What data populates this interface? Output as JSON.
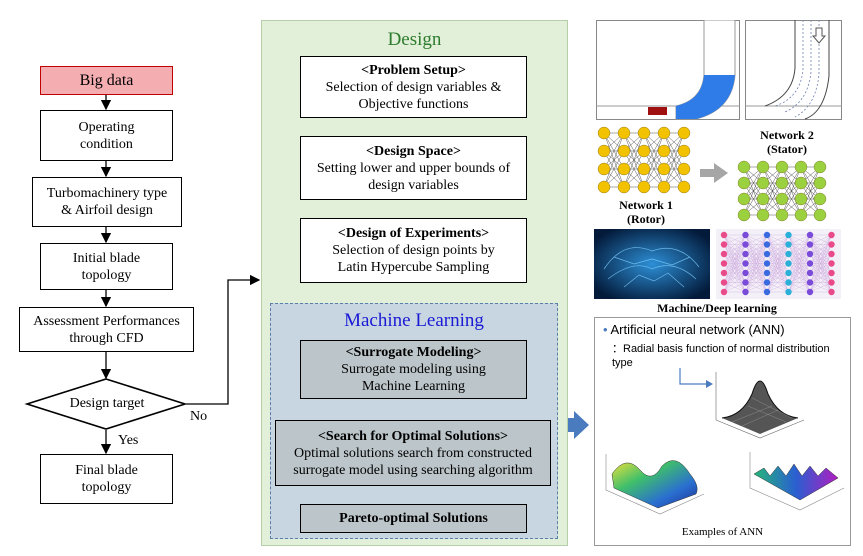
{
  "left": {
    "big_data": "Big data",
    "operating": [
      "Operating",
      "condition"
    ],
    "turbo": [
      "Turbomachinery type",
      "& Airfoil design"
    ],
    "initial": [
      "Initial blade",
      "topology"
    ],
    "assessment": [
      "Assessment Performances",
      "through CFD"
    ],
    "decision": "Design target",
    "no": "No",
    "yes": "Yes",
    "final": [
      "Final blade",
      "topology"
    ]
  },
  "design": {
    "title": "Design",
    "problem": {
      "title": "<Problem Setup>",
      "lines": [
        "Selection of design variables &",
        "Objective functions"
      ]
    },
    "space": {
      "title": "<Design Space>",
      "lines": [
        "Setting lower and upper bounds of",
        "design variables"
      ]
    },
    "doe": {
      "title": "<Design of Experiments>",
      "lines": [
        "Selection of design points by",
        "Latin Hypercube Sampling"
      ]
    }
  },
  "ml": {
    "title": "Machine Learning",
    "surrogate": {
      "title": "<Surrogate Modeling>",
      "lines": [
        "Surrogate modeling using",
        "Machine Learning"
      ]
    },
    "search": {
      "title": "<Search for Optimal Solutions>",
      "lines": [
        "Optimal solutions search from constructed",
        "surrogate model using searching algorithm"
      ]
    },
    "pareto": "Pareto-optimal Solutions"
  },
  "right": {
    "network1": [
      "Network 1",
      "(Rotor)"
    ],
    "network2": [
      "Network 2",
      "(Stator)"
    ],
    "ml_caption": "Machine/Deep learning",
    "ann_bullet": "Artificial neural network (ANN)",
    "ann_desc": [
      "：Radial basis function of normal distribution",
      "type"
    ],
    "ann_caption": "Examples of ANN"
  },
  "colors": {
    "design_title": "#2e7d2e",
    "ml_title": "#1a1ad6",
    "design_panel": "#e2efd9",
    "ml_panel": "#c7d6e0",
    "big_data_fill": "#f4aeb2",
    "arrow_blue": "#4a7bbf",
    "node_yellow": "#f2c200",
    "node_green": "#9bd13f"
  }
}
